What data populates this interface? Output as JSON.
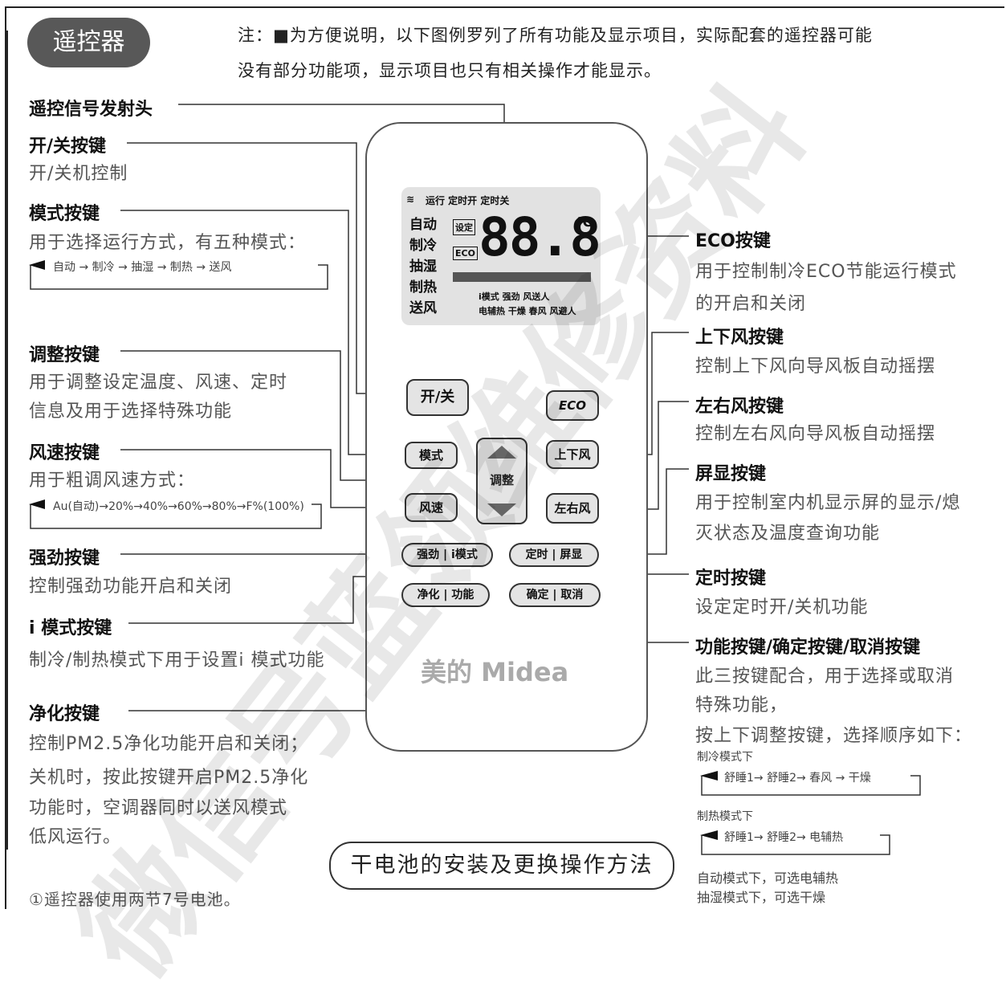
{
  "badge": "遥控器",
  "note": {
    "line1": "注：■为方便说明，以下图例罗列了所有功能及显示项目，实际配套的遥控器可能",
    "line2": "没有部分功能项，显示项目也只有相关操作才能显示。"
  },
  "left": {
    "signal": {
      "title": "遥控信号发射头"
    },
    "power": {
      "title": "开/关按键",
      "desc": "开/关机控制"
    },
    "mode": {
      "title": "模式按键",
      "desc": "用于选择运行方式，有五种模式：",
      "seq": "自动 → 制冷 → 抽湿 → 制热 → 送风"
    },
    "adjust": {
      "title": "调整按键",
      "desc1": "用于调整设定温度、风速、定时",
      "desc2": "信息及用于选择特殊功能"
    },
    "fan": {
      "title": "风速按键",
      "desc": "用于粗调风速方式：",
      "seq": "Au(自动)→20%→40%→60%→80%→F%(100%)"
    },
    "turbo": {
      "title": "强劲按键",
      "desc": "控制强劲功能开启和关闭"
    },
    "imode": {
      "title": "i 模式按键",
      "desc": "制冷/制热模式下用于设置i 模式功能"
    },
    "purify": {
      "title": "净化按键",
      "desc1": "控制PM2.5净化功能开启和关闭；",
      "desc2": "关机时，按此按键开启PM2.5净化",
      "desc3": "功能时，空调器同时以送风模式",
      "desc4": "低风运行。"
    },
    "battery_note": "①遥控器使用两节7号电池。"
  },
  "right": {
    "eco": {
      "title": "ECO按键",
      "desc1": "用于控制制冷ECO节能运行模式",
      "desc2": "的开启和关闭"
    },
    "updown": {
      "title": "上下风按键",
      "desc": "控制上下风向导风板自动摇摆"
    },
    "leftright": {
      "title": "左右风按键",
      "desc": "控制左右风向导风板自动摇摆"
    },
    "display": {
      "title": "屏显按键",
      "desc1": "用于控制室内机显示屏的显示/熄",
      "desc2": "灭状态及温度查询功能"
    },
    "timer": {
      "title": "定时按键",
      "desc": "设定定时开/关机功能"
    },
    "func": {
      "title": "功能按键/确定按键/取消按键",
      "desc1": "此三按键配合，用于选择或取消",
      "desc2": "特殊功能，",
      "desc3": "按上下调整按键，选择顺序如下：",
      "cool_label": "制冷模式下",
      "cool_seq": "舒睡1→ 舒睡2→ 春风 → 干燥",
      "heat_label": "制热模式下",
      "heat_seq": "舒睡1→ 舒睡2→ 电辅热",
      "auto_note": "自动模式下，可选电辅热",
      "dry_note": "抽湿模式下，可选干燥"
    }
  },
  "remote": {
    "power_btn": "开/关",
    "eco_btn": "ECO",
    "mode_btn": "模式",
    "adjust_btn": "调整",
    "updown_btn": "上下风",
    "fan_btn": "风速",
    "lr_btn": "左右风",
    "turbo_imode_btn": "强劲 | i模式",
    "timer_display_btn": "定时 | 屏显",
    "purify_func_btn": "净化 | 功能",
    "ok_cancel_btn": "确定 | 取消",
    "logo": "美的 Midea",
    "lcd": {
      "top": "运行  定时开  定时关",
      "modes": [
        "自动",
        "制冷",
        "抽湿",
        "制热",
        "送风"
      ],
      "set": "设定",
      "eco": "ECO",
      "digits": "88.8",
      "unit": "℃",
      "bottom1": "i模式  强劲  风送人",
      "bottom2": "电辅热  干燥  春风  风避人"
    }
  },
  "battery_heading": "干电池的安装及更换操作方法",
  "watermark": "微信号蓝领维修资料"
}
